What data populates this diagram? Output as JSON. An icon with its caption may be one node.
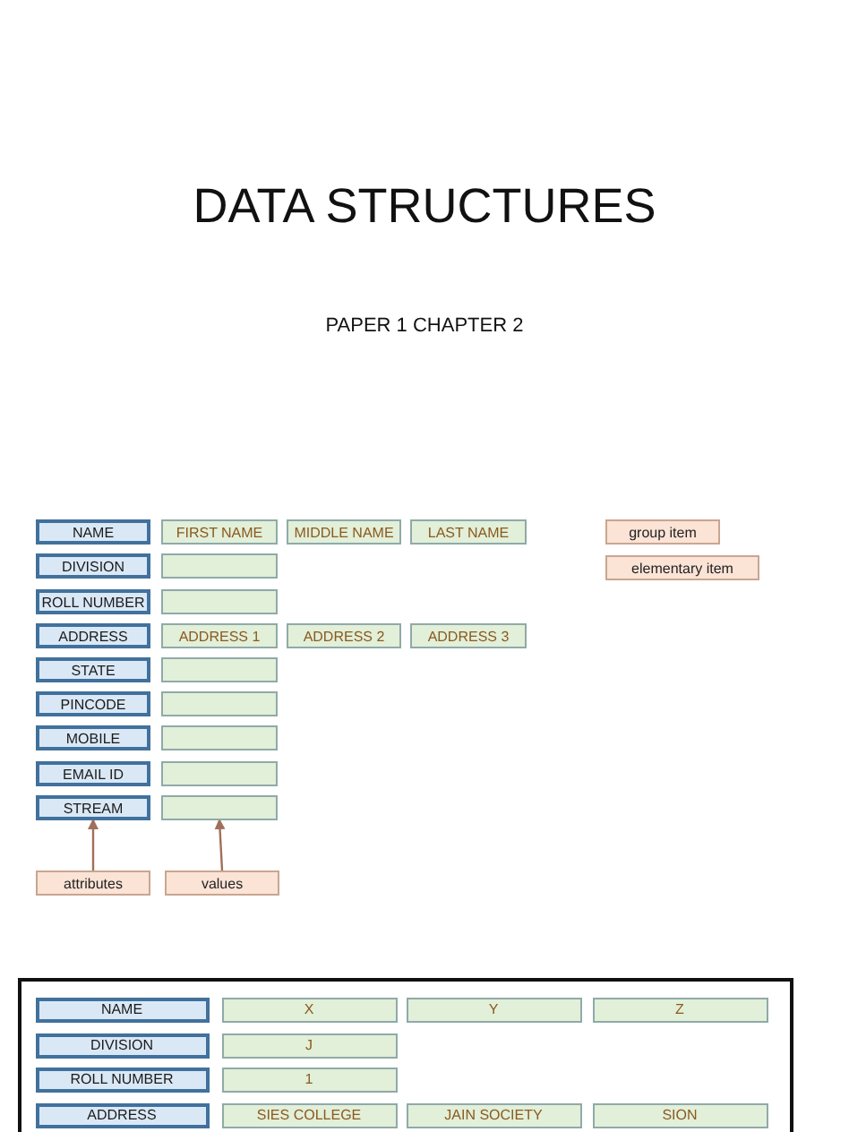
{
  "diagram": {
    "title": "DATA STRUCTURES",
    "nodes": [
      {
        "text": [
          "NAME"
        ]
      },
      {
        "text": [
          "FIRST NAME"
        ]
      },
      {
        "text": [
          "MIDDLE NAME"
        ]
      },
      {
        "text": [
          "LAST NAME"
        ]
      },
      {
        "text": [
          "group item"
        ]
      },
      {
        "text": [
          "DIVISION"
        ]
      },
      {
        "text": [],
        "shape": "box"
      },
      {
        "text": [
          "elementary item"
        ]
      },
      {
        "text": [
          "ROLL NUMBER"
        ]
      },
      {
        "text": [],
        "shape": "box"
      },
      {
        "text": [
          "ADDRESS"
        ]
      },
      {
        "text": [
          "ADDRESS 1"
        ]
      },
      {
        "text": [
          "ADDRESS 2"
        ]
      },
      {
        "text": [
          "ADDRESS 3"
        ]
      },
      {
        "text": [
          "STATE"
        ]
      },
      {
        "text": [],
        "shape": "box"
      },
      {
        "text": [
          "PINCODE"
        ]
      },
      {
        "text": [],
        "shape": "box"
      },
      {
        "text": [
          "MOBILE"
        ]
      },
      {
        "text": [],
        "shape": "box"
      },
      {
        "text": [
          "EMAIL ID"
        ]
      },
      {
        "text": [],
        "shape": "box"
      },
      {
        "text": [
          "STREAM"
        ]
      },
      {
        "text": [],
        "shape": "box"
      },
      {
        "text": [
          "attributes"
        ]
      },
      {
        "text": [
          "values"
        ]
      },
      {
        "text": [],
        "shape": "box"
      },
      {
        "text": [
          "NAME"
        ],
        "in": 26
      },
      {
        "text": [
          "X"
        ],
        "in": 26
      },
      {
        "text": [
          "Y"
        ],
        "in": 26
      },
      {
        "text": [
          "Z"
        ],
        "in": 26
      },
      {
        "text": [
          "DIVISION"
        ],
        "in": 26
      },
      {
        "text": [
          "J"
        ],
        "in": 26
      },
      {
        "text": [
          "ROLL NUMBER"
        ],
        "in": 26
      },
      {
        "text": [
          "1"
        ],
        "in": 26
      },
      {
        "text": [
          "ADDRESS"
        ],
        "in": 26
      },
      {
        "text": [
          "SIES COLLEGE"
        ],
        "in": 26
      },
      {
        "text": [
          "JAIN SOCIETY"
        ],
        "in": 26
      },
      {
        "text": [
          "SION"
        ],
        "in": 26
      }
    ],
    "edges": [
      {
        "from": 24,
        "to": 22,
        "arrow": "to"
      },
      {
        "from": 25,
        "to": 23,
        "arrow": "to"
      }
    ],
    "labels": [
      "PAPER 1 CHAPTER 2"
    ]
  }
}
